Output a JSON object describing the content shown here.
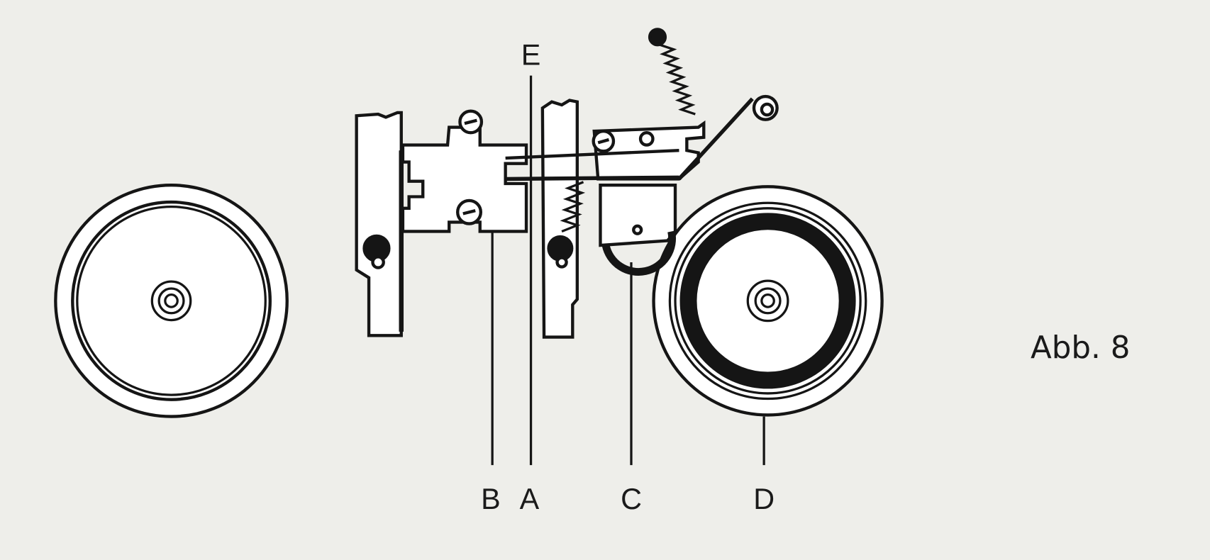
{
  "figure": {
    "caption": "Abb. 8",
    "labels": {
      "E": "E",
      "B": "B",
      "A": "A",
      "C": "C",
      "D": "D"
    },
    "ink_color": "#151515",
    "paper_color": "#eeeeea"
  }
}
